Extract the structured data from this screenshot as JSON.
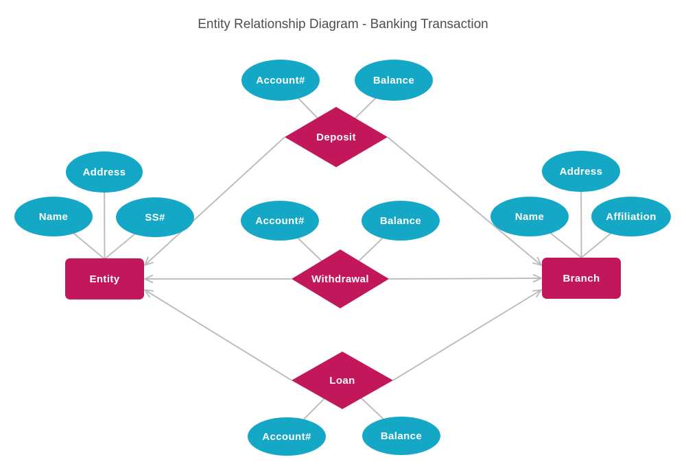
{
  "title": "Entity Relationship Diagram - Banking Transaction",
  "colors": {
    "entity_fill": "#c2185b",
    "relationship_fill": "#c2185b",
    "attribute_fill": "#14a8c6",
    "connector": "#bdbdbd",
    "title_text": "#4d4d4d",
    "shape_text": "#ffffff",
    "background": "#ffffff"
  },
  "nodes": {
    "entity": {
      "type": "entity",
      "label": "Entity"
    },
    "branch": {
      "type": "entity",
      "label": "Branch"
    },
    "deposit": {
      "type": "relationship",
      "label": "Deposit"
    },
    "withdrawal": {
      "type": "relationship",
      "label": "Withdrawal"
    },
    "loan": {
      "type": "relationship",
      "label": "Loan"
    },
    "deposit_account": {
      "type": "attribute",
      "label": "Account#"
    },
    "deposit_balance": {
      "type": "attribute",
      "label": "Balance"
    },
    "withdrawal_account": {
      "type": "attribute",
      "label": "Account#"
    },
    "withdrawal_balance": {
      "type": "attribute",
      "label": "Balance"
    },
    "loan_account": {
      "type": "attribute",
      "label": "Account#"
    },
    "loan_balance": {
      "type": "attribute",
      "label": "Balance"
    },
    "entity_address": {
      "type": "attribute",
      "label": "Address"
    },
    "entity_name": {
      "type": "attribute",
      "label": "Name"
    },
    "entity_ss": {
      "type": "attribute",
      "label": "SS#"
    },
    "branch_address": {
      "type": "attribute",
      "label": "Address"
    },
    "branch_name": {
      "type": "attribute",
      "label": "Name"
    },
    "branch_affiliation": {
      "type": "attribute",
      "label": "Affiliation"
    }
  },
  "connections": [
    {
      "from": "deposit_account",
      "to": "deposit",
      "arrow": false
    },
    {
      "from": "deposit_balance",
      "to": "deposit",
      "arrow": false
    },
    {
      "from": "withdrawal_account",
      "to": "withdrawal",
      "arrow": false
    },
    {
      "from": "withdrawal_balance",
      "to": "withdrawal",
      "arrow": false
    },
    {
      "from": "loan_account",
      "to": "loan",
      "arrow": false
    },
    {
      "from": "loan_balance",
      "to": "loan",
      "arrow": false
    },
    {
      "from": "entity_address",
      "to": "entity",
      "arrow": false
    },
    {
      "from": "entity_name",
      "to": "entity",
      "arrow": false
    },
    {
      "from": "entity_ss",
      "to": "entity",
      "arrow": false
    },
    {
      "from": "branch_address",
      "to": "branch",
      "arrow": false
    },
    {
      "from": "branch_name",
      "to": "branch",
      "arrow": false
    },
    {
      "from": "branch_affiliation",
      "to": "branch",
      "arrow": false
    },
    {
      "from": "deposit",
      "to": "entity",
      "arrow": true
    },
    {
      "from": "deposit",
      "to": "branch",
      "arrow": true
    },
    {
      "from": "withdrawal",
      "to": "entity",
      "arrow": true
    },
    {
      "from": "withdrawal",
      "to": "branch",
      "arrow": true
    },
    {
      "from": "loan",
      "to": "entity",
      "arrow": true
    },
    {
      "from": "loan",
      "to": "branch",
      "arrow": true
    }
  ]
}
